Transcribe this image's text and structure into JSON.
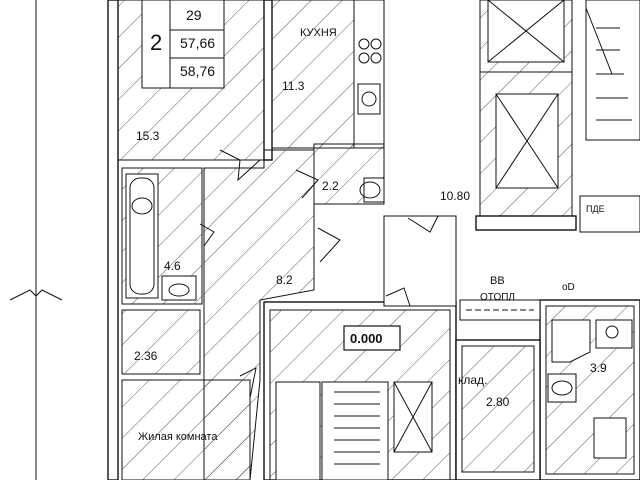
{
  "apartment": {
    "rooms_count": "2",
    "number": "29",
    "living_area": "57,66",
    "total_area": "58,76"
  },
  "room_labels": {
    "kitchen_name": "КУХНЯ",
    "kitchen_area": "11.3",
    "room_top_area": "15.3",
    "wc_area": "2.2",
    "bath_area": "4.6",
    "hall_area": "8.2",
    "balcony_area": "2.36",
    "living_room_name": "Жилая комната",
    "stair_hall_area": "10.80",
    "level_mark": "0.000",
    "vv_label": "ВВ",
    "otopl_label": "ОТОПЛ",
    "od_label": "оD",
    "storage_label": "клад.",
    "storage_area": "2.80",
    "right_bath_area": "3.9",
    "upr_label": "ПДЕ"
  }
}
